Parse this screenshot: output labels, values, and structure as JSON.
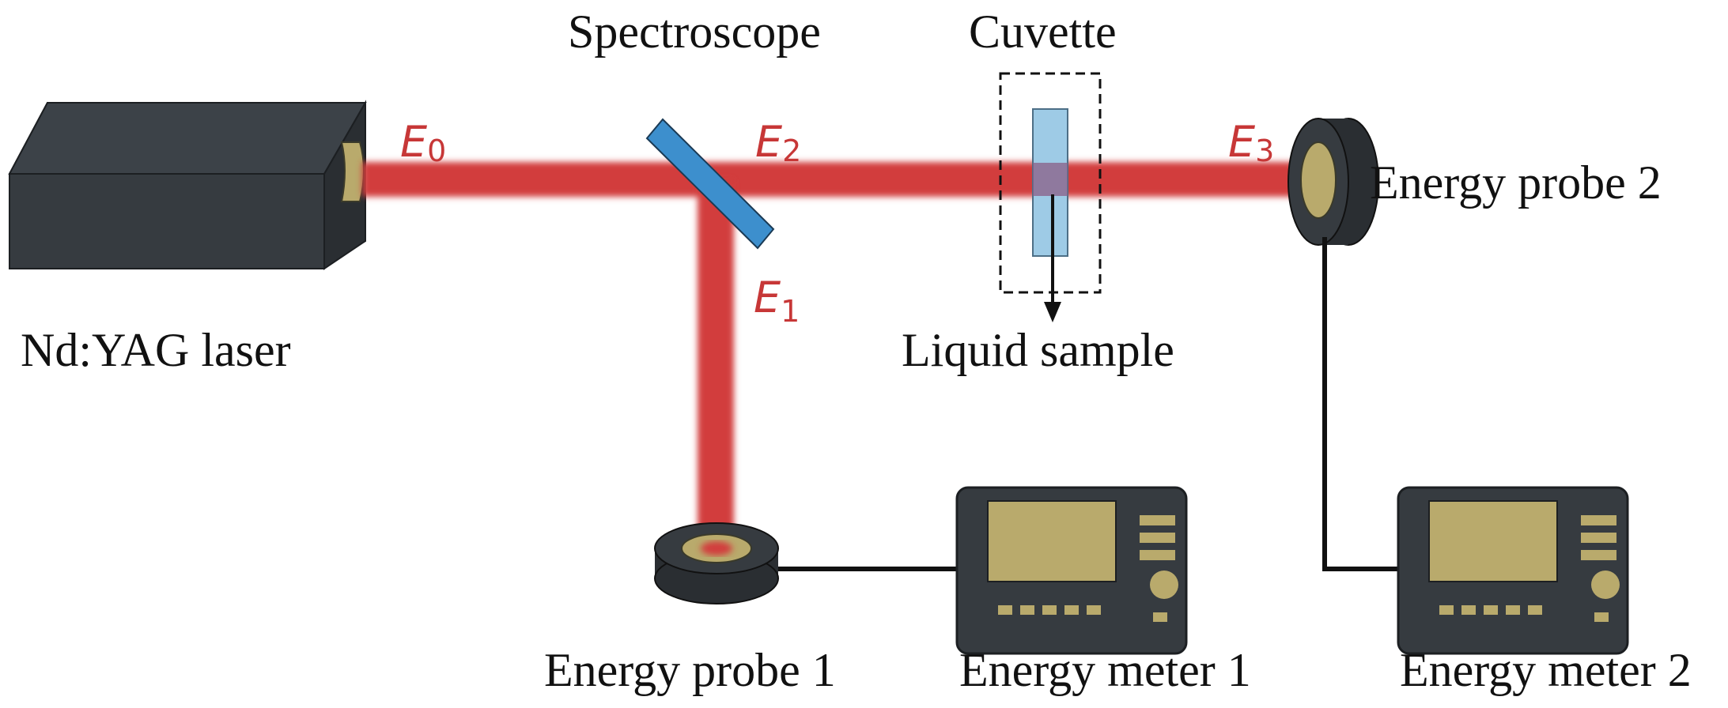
{
  "labels": {
    "laser": "Nd:YAG laser",
    "spectroscope": "Spectroscope",
    "cuvette": "Cuvette",
    "liquid_sample": "Liquid sample",
    "probe1": "Energy probe 1",
    "probe2": "Energy probe 2",
    "meter1": "Energy meter 1",
    "meter2": "Energy meter 2"
  },
  "energies": {
    "e0": {
      "letter": "E",
      "sub": "0"
    },
    "e1": {
      "letter": "E",
      "sub": "1"
    },
    "e2": {
      "letter": "E",
      "sub": "2"
    },
    "e3": {
      "letter": "E",
      "sub": "3"
    }
  },
  "colors": {
    "beam": "#d23c3c",
    "device_body": "#363b40",
    "brass": "#b9aa6c",
    "mirror": "#3d8fcd",
    "cuvette": "#9ecbe6",
    "label_red": "#c73737"
  },
  "icons": {
    "laser": "laser-device-icon",
    "mirror": "beam-splitter-icon",
    "probe": "energy-probe-icon",
    "meter": "energy-meter-icon"
  }
}
